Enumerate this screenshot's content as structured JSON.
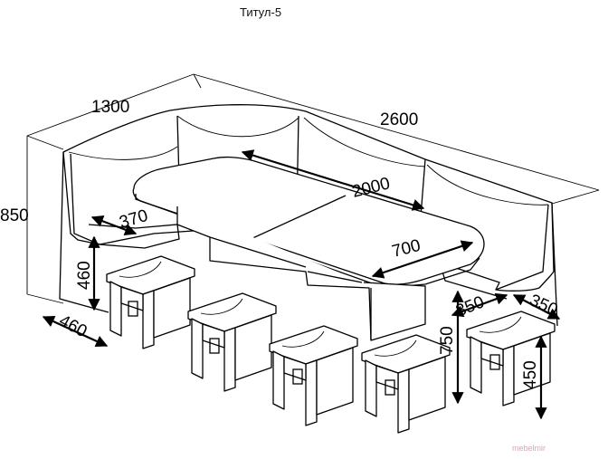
{
  "title": "Титул-5",
  "dimensions": {
    "overall_depth": "1300",
    "overall_length": "2600",
    "overall_height": "850",
    "seat_depth": "370",
    "seat_height": "460",
    "stool_width_left": "460",
    "table_length": "2000",
    "table_width": "700",
    "table_height": "750",
    "stool_width_right": "350",
    "stool_depth_right": "350",
    "stool_height": "450"
  },
  "watermark": "mebelmir"
}
